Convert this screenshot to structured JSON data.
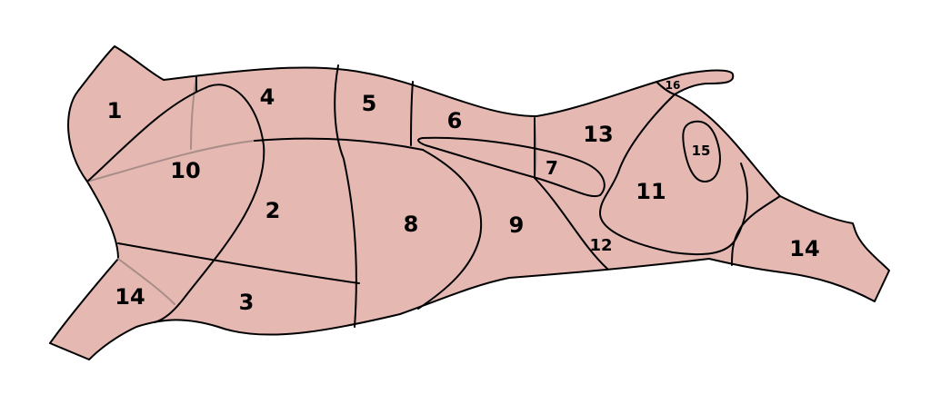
{
  "diagram": {
    "labels": {
      "1": "1",
      "2": "2",
      "3": "3",
      "4": "4",
      "5": "5",
      "6": "6",
      "7": "7",
      "8": "8",
      "9": "9",
      "10": "10",
      "11": "11",
      "12": "12",
      "13": "13",
      "14a": "14",
      "14b": "14",
      "15": "15",
      "16": "16"
    }
  }
}
